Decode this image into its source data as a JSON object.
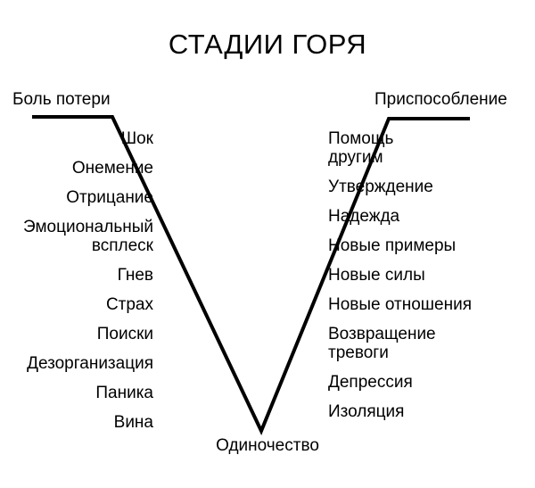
{
  "diagram": {
    "title": "СТАДИИ ГОРЯ",
    "type": "v-shaped-stage-diagram",
    "line_color": "#000000",
    "background_color": "#ffffff",
    "text_color": "#000000",
    "left_cap_label": "Боль потери",
    "right_cap_label": "Приспособление",
    "bottom_label": "Одиночество",
    "left_stages": [
      "Шок",
      "Онемение",
      "Отрицание",
      "Эмоциональный\nвсплеск",
      "Гнев",
      "Страх",
      "Поиски",
      "Дезорганизация",
      "Паника",
      "Вина"
    ],
    "right_stages": [
      "Помощь\nдругим",
      "Утверждение",
      "Надежда",
      "Новые примеры",
      "Новые силы",
      "Новые отношения",
      "Возвращение\nтревоги",
      "Депрессия",
      "Изоляция"
    ]
  }
}
